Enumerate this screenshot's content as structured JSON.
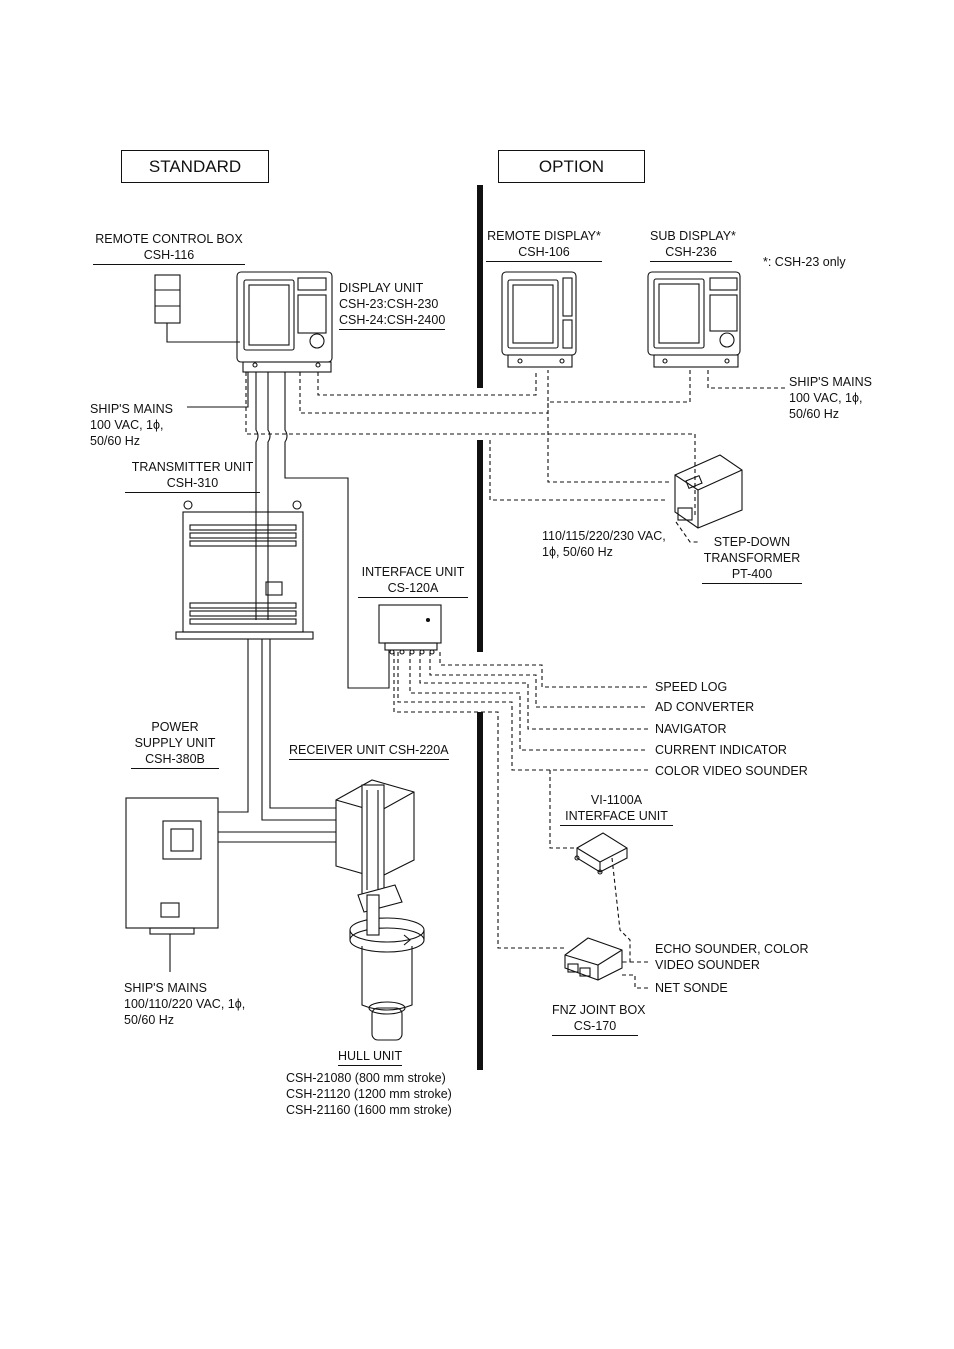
{
  "headers": {
    "standard": "STANDARD",
    "option": "OPTION"
  },
  "remote_control_box": {
    "title": "REMOTE CONTROL BOX",
    "model": "CSH-116"
  },
  "display_unit": {
    "title": "DISPLAY UNIT",
    "model_a": "CSH-23:CSH-230",
    "model_b": "CSH-24:CSH-2400"
  },
  "remote_display": {
    "title": "REMOTE DISPLAY*",
    "model": "CSH-106"
  },
  "sub_display": {
    "title": "SUB DISPLAY*",
    "model": "CSH-236"
  },
  "footnote": "*: CSH-23 only",
  "mains_right": {
    "line1": "SHIP'S MAINS",
    "line2": "100 VAC, 1ϕ,",
    "line3": "50/60 Hz"
  },
  "mains_left": {
    "line1": "SHIP'S MAINS",
    "line2": "100 VAC, 1ϕ,",
    "line3": "50/60 Hz"
  },
  "transmitter_unit": {
    "title": "TRANSMITTER UNIT",
    "model": "CSH-310"
  },
  "transformer_input": {
    "line1": "110/115/220/230 VAC,",
    "line2": "1ϕ, 50/60 Hz"
  },
  "step_down": {
    "line1": "STEP-DOWN",
    "line2": "TRANSFORMER",
    "model": "PT-400"
  },
  "interface_unit": {
    "title": "INTERFACE UNIT",
    "model": "CS-120A"
  },
  "external_devices": [
    "SPEED LOG",
    "AD CONVERTER",
    "NAVIGATOR",
    "CURRENT INDICATOR",
    "COLOR VIDEO SOUNDER"
  ],
  "power_supply": {
    "line1": "POWER",
    "line2": "SUPPLY UNIT",
    "model": "CSH-380B"
  },
  "receiver_unit": {
    "title": "RECEIVER UNIT CSH-220A"
  },
  "vi_interface": {
    "line1": "VI-1100A",
    "line2": "INTERFACE UNIT"
  },
  "echo_sounder": {
    "line1": "ECHO SOUNDER, COLOR",
    "line2": "VIDEO SOUNDER"
  },
  "net_sonde": "NET SONDE",
  "fnz_joint_box": {
    "title": "FNZ JOINT BOX",
    "model": "CS-170"
  },
  "mains_bottom": {
    "line1": "SHIP'S MAINS",
    "line2": "100/110/220 VAC, 1ϕ,",
    "line3": "50/60 Hz"
  },
  "hull_unit": {
    "title": "HULL UNIT",
    "variants": [
      "CSH-21080 (800 mm stroke)",
      "CSH-21120 (1200 mm stroke)",
      "CSH-21160 (1600 mm stroke)"
    ]
  }
}
